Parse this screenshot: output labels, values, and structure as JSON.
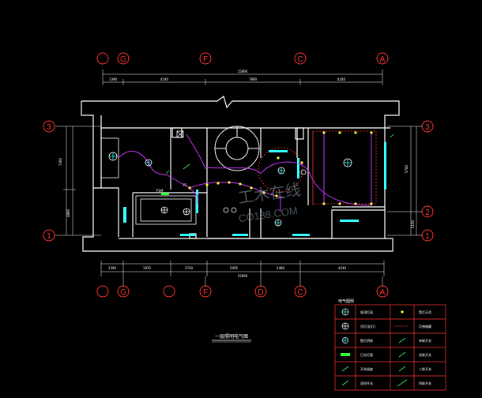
{
  "drawing": {
    "title": "一层照明电气图",
    "panel_label": "P1M",
    "panel_sub": "P1",
    "watermark": "工木在线",
    "watermark_url": "CO188.COM"
  },
  "axes": {
    "top": [
      "G",
      "F",
      "C",
      "A"
    ],
    "bottom": [
      "G",
      "F",
      "D",
      "C",
      "A"
    ],
    "left": [
      "3",
      "1"
    ],
    "right": [
      "3",
      "2",
      "1"
    ]
  },
  "dimensions": {
    "top": [
      "1390",
      "4240",
      "7890",
      "4240"
    ],
    "top_total": "15890",
    "bottom": [
      "1390",
      "1935",
      "3740",
      "2095",
      "2480",
      "4240"
    ],
    "bottom_total": "15890",
    "left": [
      "7360",
      "4880"
    ],
    "right": [
      "5780",
      "2100"
    ]
  },
  "legend": {
    "title": "电气图例",
    "rows": [
      {
        "left_icon": "ceiling-lamp-icon",
        "left_text": "吸顶灯具",
        "right_icon": "downlight-icon",
        "right_text": "筒灯天花"
      },
      {
        "left_icon": "chandelier-icon",
        "left_text": "吊灯(花灯)",
        "right_icon": "dashed-line-icon",
        "right_text": "灯带暗藏"
      },
      {
        "left_icon": "wall-lamp-icon",
        "left_text": "壁灯明装",
        "right_icon": "switch-single-icon",
        "right_text": "单联开关"
      },
      {
        "left_icon": "fluorescent-icon",
        "left_text": "日光灯管",
        "right_icon": "switch-double-icon",
        "right_text": "双联开关"
      },
      {
        "left_icon": "switch-icon",
        "left_text": "开关插座",
        "right_icon": "switch-triple-icon",
        "right_text": "三联开关"
      },
      {
        "left_icon": "switch-dual-icon",
        "left_text": "双控开关",
        "right_icon": "switch-quad-icon",
        "right_text": "四联开关"
      }
    ]
  },
  "colors": {
    "wall": "#ffffff",
    "axis": "#ff3333",
    "wire": "#cc33ff",
    "fixture": "#33ffff",
    "lamp": "#ffff33",
    "hidden_line": "#ff3333",
    "dimension": "#ffffff"
  }
}
